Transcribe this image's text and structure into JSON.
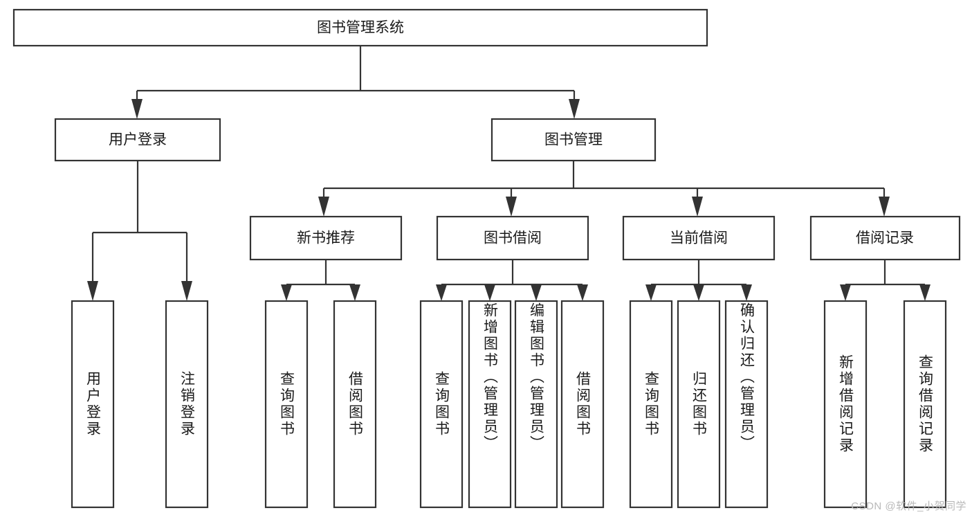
{
  "diagram": {
    "type": "tree",
    "title": "图书管理系统",
    "orientation": "top-down",
    "root": {
      "id": "root",
      "label": "图书管理系统"
    },
    "level2": [
      {
        "id": "user-login",
        "label": "用户登录"
      },
      {
        "id": "book-manage",
        "label": "图书管理"
      }
    ],
    "level3": [
      {
        "id": "new-book-rec",
        "label": "新书推荐",
        "parent": "book-manage"
      },
      {
        "id": "book-borrow",
        "label": "图书借阅",
        "parent": "book-manage"
      },
      {
        "id": "current-borrow",
        "label": "当前借阅",
        "parent": "book-manage"
      },
      {
        "id": "borrow-record",
        "label": "借阅记录",
        "parent": "book-manage"
      }
    ],
    "leaves": {
      "user_login": [
        {
          "id": "leaf-user-login",
          "label": "用户登录"
        },
        {
          "id": "leaf-user-logout",
          "label": "注销登录"
        }
      ],
      "new_book_rec": [
        {
          "id": "leaf-query-book-1",
          "label": "查询图书"
        },
        {
          "id": "leaf-borrow-book-1",
          "label": "借阅图书"
        }
      ],
      "book_borrow": [
        {
          "id": "leaf-query-book-2",
          "label": "查询图书"
        },
        {
          "id": "leaf-add-book",
          "label": "新增图书（管理员）"
        },
        {
          "id": "leaf-edit-book",
          "label": "编辑图书（管理员）"
        },
        {
          "id": "leaf-borrow-book-2",
          "label": "借阅图书"
        }
      ],
      "current_borrow": [
        {
          "id": "leaf-query-book-3",
          "label": "查询图书"
        },
        {
          "id": "leaf-return-book",
          "label": "归还图书"
        },
        {
          "id": "leaf-confirm-return",
          "label": "确认归还（管理员）"
        }
      ],
      "borrow_record": [
        {
          "id": "leaf-add-record",
          "label": "新增借阅记录"
        },
        {
          "id": "leaf-query-record",
          "label": "查询借阅记录"
        }
      ]
    }
  },
  "watermark": {
    "text": "CSDN @软件_小贺同学"
  },
  "colors": {
    "box_stroke": "#333333",
    "box_fill": "#ffffff",
    "text": "#1a1a1a",
    "background": "#ffffff",
    "watermark": "#b9b9b9"
  }
}
